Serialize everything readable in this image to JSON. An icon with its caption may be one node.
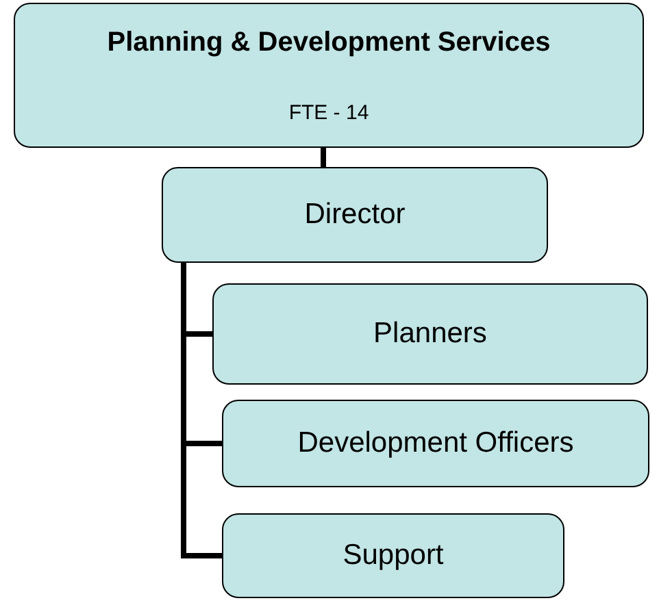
{
  "diagram": {
    "nodes": [
      {
        "text": [
          "Planning & Development Services",
          "FTE - 14"
        ]
      },
      {
        "text": [
          "Director"
        ]
      },
      {
        "text": [
          "Planners"
        ]
      },
      {
        "text": [
          "Development Officers"
        ]
      },
      {
        "text": [
          "Support"
        ]
      }
    ],
    "edges": [
      {
        "from": 0,
        "to": 1,
        "arrow": "none"
      },
      {
        "from": 1,
        "to": 2,
        "arrow": "none"
      },
      {
        "from": 1,
        "to": 3,
        "arrow": "none"
      },
      {
        "from": 1,
        "to": 4,
        "arrow": "none"
      }
    ]
  }
}
